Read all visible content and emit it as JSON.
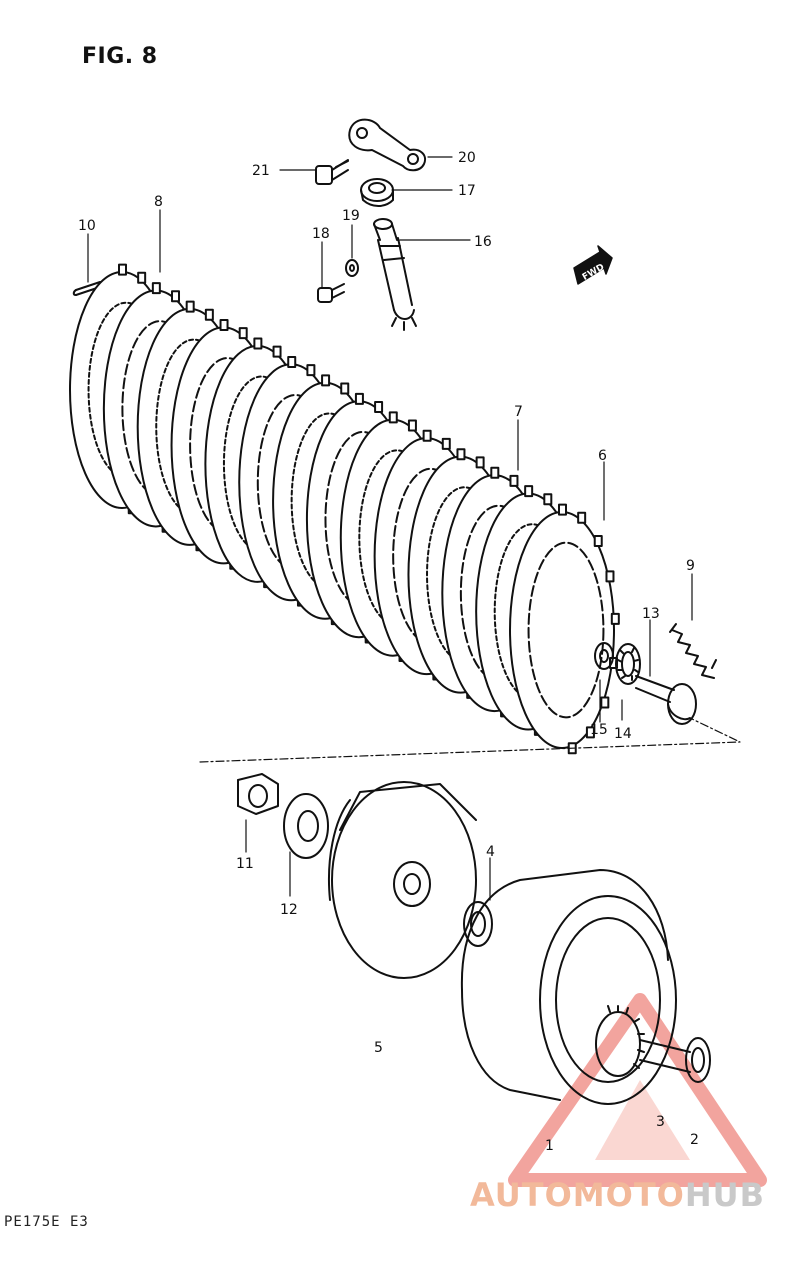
{
  "figure": {
    "title": "FIG. 8"
  },
  "footer": {
    "code": "PE175E E3"
  },
  "watermark": {
    "part1": "AUTOMOTO",
    "part2": "HUB",
    "color_primary": "#e85a4f",
    "color_secondary": "#c9c9c9"
  },
  "fwd_tag": "FWD",
  "callouts": [
    {
      "id": "1",
      "label": "1"
    },
    {
      "id": "2",
      "label": "2"
    },
    {
      "id": "3",
      "label": "3"
    },
    {
      "id": "4",
      "label": "4"
    },
    {
      "id": "5",
      "label": "5"
    },
    {
      "id": "6",
      "label": "6"
    },
    {
      "id": "7",
      "label": "7"
    },
    {
      "id": "8",
      "label": "8"
    },
    {
      "id": "9",
      "label": "9"
    },
    {
      "id": "10",
      "label": "10"
    },
    {
      "id": "11",
      "label": "11"
    },
    {
      "id": "12",
      "label": "12"
    },
    {
      "id": "13",
      "label": "13"
    },
    {
      "id": "14",
      "label": "14"
    },
    {
      "id": "15",
      "label": "15"
    },
    {
      "id": "16",
      "label": "16"
    },
    {
      "id": "17",
      "label": "17"
    },
    {
      "id": "18",
      "label": "18"
    },
    {
      "id": "19",
      "label": "19"
    },
    {
      "id": "20",
      "label": "20"
    },
    {
      "id": "21",
      "label": "21"
    }
  ]
}
